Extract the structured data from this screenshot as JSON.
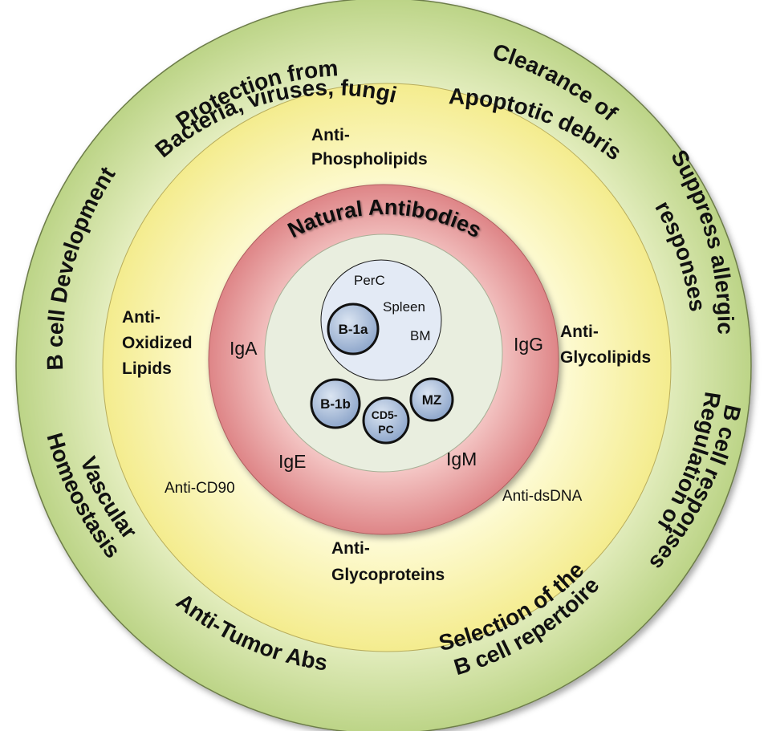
{
  "title": "Natural Antibodies",
  "outer_ring": {
    "functions": [
      [
        "Protection from",
        "Bacteria, viruses, fungi"
      ],
      [
        "Clearance of",
        "Apoptotic debris"
      ],
      [
        "Suppress allergic",
        "responses"
      ],
      [
        "Regulation of",
        "B cell responses"
      ],
      [
        "Selection of the",
        "B cell repertoire"
      ],
      [
        "Anti-Tumor Abs"
      ],
      [
        "Vascular",
        "Homeostasis"
      ],
      [
        "B cell Development"
      ]
    ]
  },
  "middle_ring": {
    "specificities": {
      "phospholipids": [
        "Anti-",
        "Phospholipids"
      ],
      "oxidized_lipids": [
        "Anti-",
        "Oxidized",
        "Lipids"
      ],
      "glycolipids": [
        "Anti-",
        "Glycolipids"
      ],
      "glycoproteins": [
        "Anti-",
        "Glycoproteins"
      ],
      "cd90": "Anti-CD90",
      "dsdna": "Anti-dsDNA"
    }
  },
  "isotype_ring": {
    "iga": "IgA",
    "igg": "IgG",
    "ige": "IgE",
    "igm": "IgM"
  },
  "core": {
    "locations": {
      "perc": "PerC",
      "spleen": "Spleen",
      "bm": "BM"
    },
    "cells": {
      "b1a": "B-1a",
      "b1b": "B-1b",
      "mz": "MZ",
      "cd5pc": [
        "CD5-",
        "PC"
      ]
    }
  },
  "colors": {
    "outer_ring": "#c9dc9a",
    "middle_ring": "#f7f2a0",
    "isotype_ring": "#e38d8f",
    "core": "#e8eedd",
    "location_circle": "#dde6f4",
    "cell_fill": "#a7bcd9",
    "outline": "#1a1a1a"
  }
}
